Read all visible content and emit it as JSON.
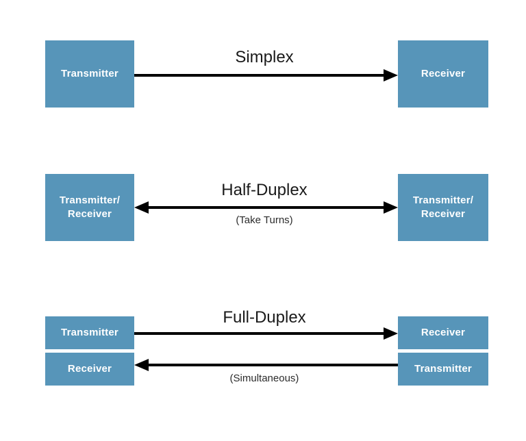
{
  "diagram": {
    "title_not_shown": "",
    "sections": [
      {
        "key": "simplex",
        "title": "Simplex",
        "subtitle": "",
        "left_boxes": [
          {
            "lines": [
              "Transmitter"
            ]
          }
        ],
        "right_boxes": [
          {
            "lines": [
              "Receiver"
            ]
          }
        ],
        "arrows": [
          {
            "direction": "right",
            "label": ""
          }
        ]
      },
      {
        "key": "half-duplex",
        "title": "Half-Duplex",
        "subtitle": "(Take Turns)",
        "left_boxes": [
          {
            "lines": [
              "Transmitter/",
              "Receiver"
            ]
          }
        ],
        "right_boxes": [
          {
            "lines": [
              "Transmitter/",
              "Receiver"
            ]
          }
        ],
        "arrows": [
          {
            "direction": "both",
            "label": "(Take Turns)"
          }
        ]
      },
      {
        "key": "full-duplex",
        "title": "Full-Duplex",
        "subtitle": "(Simultaneous)",
        "left_boxes": [
          {
            "lines": [
              "Transmitter"
            ]
          },
          {
            "lines": [
              "Receiver"
            ]
          }
        ],
        "right_boxes": [
          {
            "lines": [
              "Receiver"
            ]
          },
          {
            "lines": [
              "Transmitter"
            ]
          }
        ],
        "arrows": [
          {
            "direction": "right",
            "label": ""
          },
          {
            "direction": "left",
            "label": "(Simultaneous)"
          }
        ]
      }
    ]
  },
  "colors": {
    "box_fill": "#5795b9",
    "box_text": "#ffffff",
    "arrow": "#000000",
    "title_text": "#1a1a1a",
    "background": "#ffffff"
  },
  "labels": {
    "simplex_title": "Simplex",
    "simplex_left": "Transmitter",
    "simplex_right": "Receiver",
    "half_title": "Half-Duplex",
    "half_sub": "(Take Turns)",
    "half_left_line1": "Transmitter/",
    "half_left_line2": "Receiver",
    "half_right_line1": "Transmitter/",
    "half_right_line2": "Receiver",
    "full_title": "Full-Duplex",
    "full_sub": "(Simultaneous)",
    "full_left_top": "Transmitter",
    "full_left_bottom": "Receiver",
    "full_right_top": "Receiver",
    "full_right_bottom": "Transmitter"
  }
}
